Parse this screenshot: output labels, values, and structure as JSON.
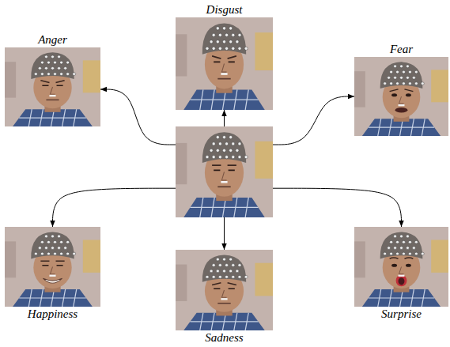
{
  "diagram": {
    "nodes": [
      {
        "text": [
          "Anger"
        ]
      },
      {
        "text": [
          "Disgust"
        ]
      },
      {
        "text": [
          "Fear"
        ]
      },
      {
        "text": []
      },
      {
        "text": [
          "Happiness"
        ]
      },
      {
        "text": [
          "Sadness"
        ]
      },
      {
        "text": [
          "Surprise"
        ]
      }
    ],
    "edges": [
      {
        "from": 3,
        "to": 0,
        "arrow": "to"
      },
      {
        "from": 3,
        "to": 1,
        "arrow": "to"
      },
      {
        "from": 3,
        "to": 2,
        "arrow": "to"
      },
      {
        "from": 3,
        "to": 4,
        "arrow": "to"
      },
      {
        "from": 3,
        "to": 5,
        "arrow": "to"
      },
      {
        "from": 3,
        "to": 6,
        "arrow": "to"
      }
    ]
  }
}
